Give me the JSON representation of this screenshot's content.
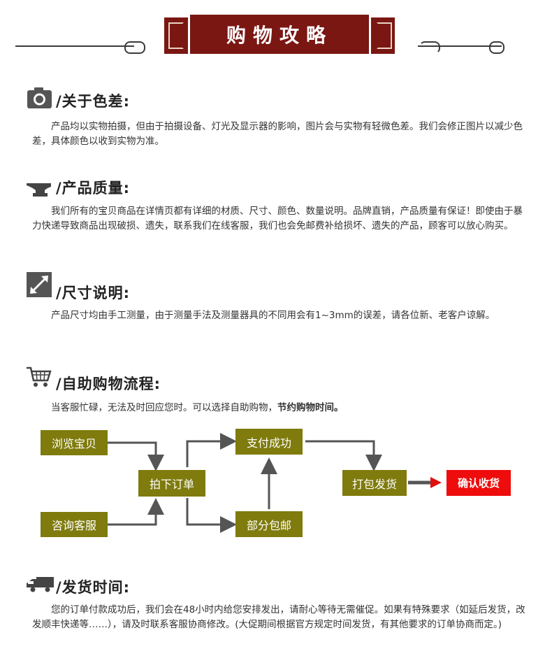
{
  "header": {
    "title": "购物攻略"
  },
  "sections": [
    {
      "icon": "camera-icon",
      "title": "/关于色差:",
      "body": "产品均以实物拍摄，但由于拍摄设备、灯光及显示器的影响，图片会与实物有轻微色差。我们会修正图片以减少色差，具体颜色以收到实物为准。"
    },
    {
      "icon": "anvil-icon",
      "title": "/产品质量:",
      "body": "我们所有的宝贝商品在详情页都有详细的材质、尺寸、颜色、数量说明。品牌直销，产品质量有保证！即使由于暴力快递导致商品出现破损、遗失，联系我们在线客服，我们也会免邮费补给损坏、遗失的产品，顾客可以放心购买。"
    },
    {
      "icon": "resize-arrow-icon",
      "title": "/尺寸说明:",
      "body": "产品尺寸均由手工测量，由于测量手法及测量器具的不同用会有1~3mm的误差，请各位新、老客户谅解。"
    },
    {
      "icon": "shopping-cart-icon",
      "title": "/自助购物流程:",
      "body": "当客服忙碌，无法及时回应您时。可以选择自助购物，",
      "body_bold": "节约购物时间。"
    },
    {
      "icon": "truck-icon",
      "title": "/发货时间:",
      "body": "您的订单付款成功后，我们会在48小时内给您安排发出，请耐心等待无需催促。如果有特殊要求（如延后发货，改发顺丰快递等……），请及时联系客服协商修改。(大促期间根据官方规定时间发货，有其他要求的订单协商而定。)"
    }
  ],
  "flow": {
    "browse": "浏览宝贝",
    "consult": "咨询客服",
    "order": "拍下订单",
    "pay": "支付成功",
    "partial": "部分包邮",
    "pack": "打包发货",
    "confirm": "确认收货"
  },
  "colors": {
    "header_red": "#7a1713",
    "flow_olive": "#7f7b0d",
    "confirm_red": "#ee0c0c"
  }
}
